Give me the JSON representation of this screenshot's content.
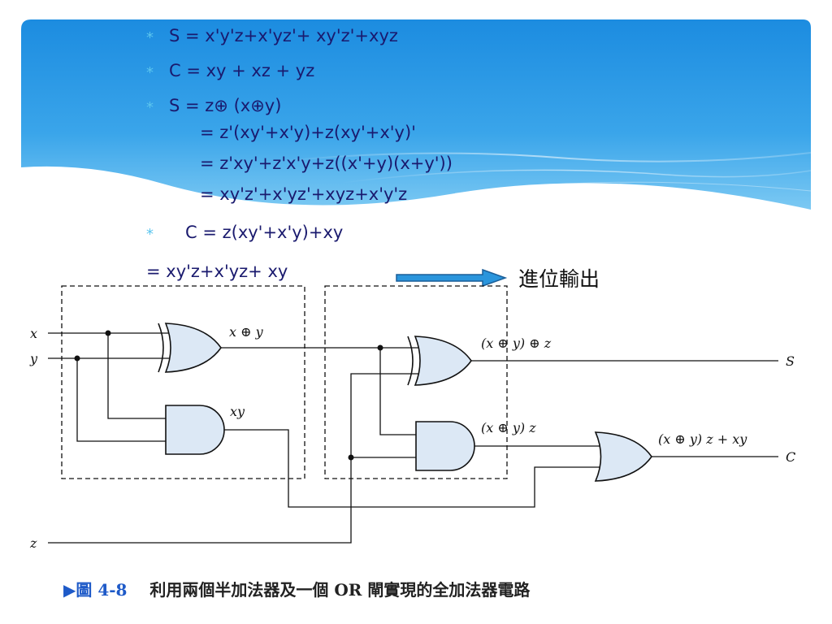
{
  "equations": [
    {
      "bullet": "*",
      "text": "S = x'y'z+x'yz'+ xy'z'+xyz"
    },
    {
      "bullet": "*",
      "text": "C = xy + xz + yz"
    },
    {
      "bullet": "*",
      "text": "S = z⊕ (x⊕y)"
    },
    {
      "bullet": "",
      "text": "= z'(xy'+x'y)+z(xy'+x'y)'"
    },
    {
      "bullet": "",
      "text": "= z'xy'+z'x'y+z((x'+y)(x+y'))"
    },
    {
      "bullet": "",
      "text": "= xy'z'+x'yz'+xyz+x'y'z"
    },
    {
      "bullet": "*",
      "text": "C = z(xy'+x'y)+xy"
    },
    {
      "bullet": "",
      "text": "= xy'z+x'yz+ xy"
    }
  ],
  "carry_label": "進位輸出",
  "circuit": {
    "inputs": [
      "x",
      "y",
      "z"
    ],
    "outputs": [
      "S",
      "C"
    ],
    "labels": {
      "xor1": "x ⊕ y",
      "and1": "xy",
      "xor2": "(x ⊕ y) ⊕ z",
      "and2": "(x ⊕ y) z",
      "or1": "(x ⊕ y) z + xy"
    }
  },
  "caption": {
    "marker": "▶圖 4-8",
    "text": "利用兩個半加法器及一個 OR 閘實現的全加法器電路"
  },
  "colors": {
    "banner_top": "#1c8ce0",
    "banner_bottom": "#7cc9f3",
    "equation_text": "#1a1a6e",
    "bullet": "#5bc5ee",
    "gate_fill": "#dce8f5",
    "arrow_fill": "#2a95dc",
    "caption_marker": "#1e5ac8"
  }
}
